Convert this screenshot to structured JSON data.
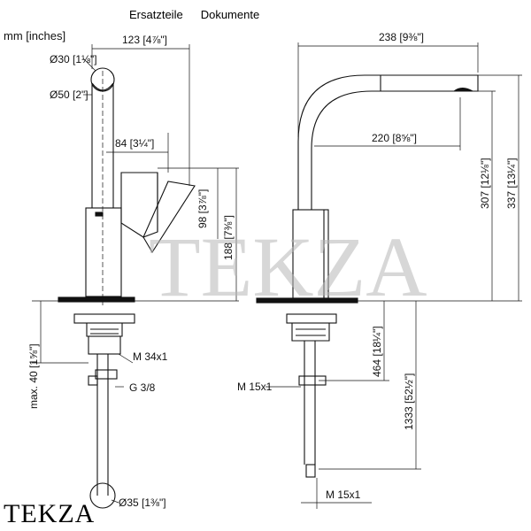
{
  "tabs": [
    "Ersatzteile",
    "Dokumente"
  ],
  "units_label": "mm [inches]",
  "watermark": "TEKZA",
  "logo_text": "TEKZA",
  "left_view": {
    "dia_top": "Ø30 [1⅛\"]",
    "dia_body": "Ø50 [2\"]",
    "width_123": "123 [4⅞\"]",
    "width_84": "84 [3¼\"]",
    "h_98": "98 [3⅞\"]",
    "h_188": "188 [7⅜\"]",
    "thread_m34": "M 34x1",
    "thread_g38": "G 3/8",
    "max_40": "max. 40 [1⅝\"]",
    "dia_bottom": "Ø35 [1⅜\"]"
  },
  "right_view": {
    "w_238": "238 [9⅜\"]",
    "w_220": "220 [8⅝\"]",
    "h_307": "307 [12⅛\"]",
    "h_337": "337 [13¼\"]",
    "h_464": "464 [18¼\"]",
    "h_1333": "1333 [52½\"]",
    "thread_m15_a": "M 15x1",
    "thread_m15_b": "M 15x1"
  }
}
